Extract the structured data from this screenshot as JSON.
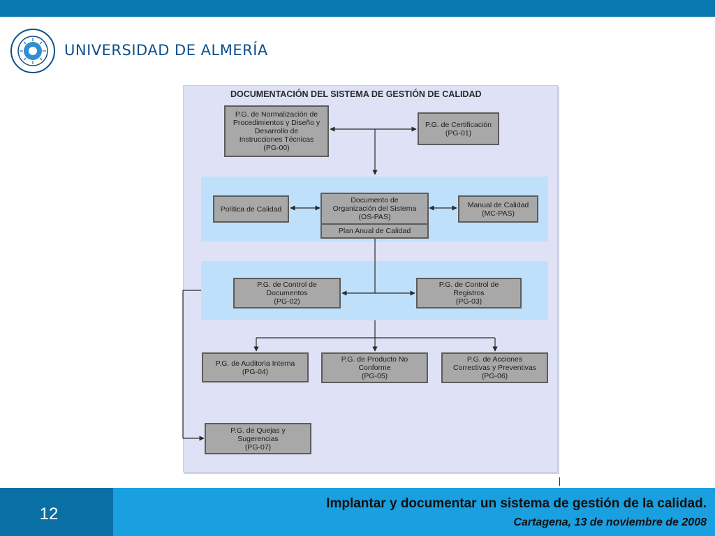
{
  "header": {
    "university_name": "UNIVERSIDAD DE ALMERÍA",
    "logo_icon": "university-seal-icon"
  },
  "diagram": {
    "title": "DOCUMENTACIÓN DEL SISTEMA DE GESTIÓN DE CALIDAD",
    "pg00": [
      "P.G. de Normalización de",
      "Procedimientos y Diseño y",
      "Desarrollo de",
      "Instrucciones Técnicas",
      "(PG-00)"
    ],
    "pg01": [
      "P.G. de Certificación",
      "(PG-01)"
    ],
    "politica": "Política de Calidad",
    "ospas": [
      "Documento de",
      "Organización del Sistema",
      "(OS-PAS)"
    ],
    "plan_anual": "Plan Anual de Calidad",
    "manual": [
      "Manual de Calidad",
      "(MC-PAS)"
    ],
    "pg02": [
      "P.G. de Control de",
      "Documentos",
      "(PG-02)"
    ],
    "pg03": [
      "P.G. de Control de",
      "Registros",
      "(PG-03)"
    ],
    "pg04": [
      "P.G. de Auditoria Interna",
      "(PG-04)"
    ],
    "pg05": [
      "P.G. de Producto No",
      "Conforme",
      "(PG-05)"
    ],
    "pg06": [
      "P.G. de Acciones",
      "Correctivas y Preventivas",
      "(PG-06)"
    ],
    "pg07": [
      "P.G. de Quejas y",
      "Sugerencias",
      "(PG-07)"
    ]
  },
  "footer": {
    "page_number": "12",
    "title": "Implantar y documentar un sistema de gestión de la calidad.",
    "subtitle": "Cartagena, 13 de noviembre de 2008"
  },
  "colors": {
    "top_bar": "#0a78b0",
    "footer": "#1a9fe0",
    "page_box": "#0a6fa5",
    "band": "#bfe0fb",
    "box": "#a8a8a8"
  }
}
